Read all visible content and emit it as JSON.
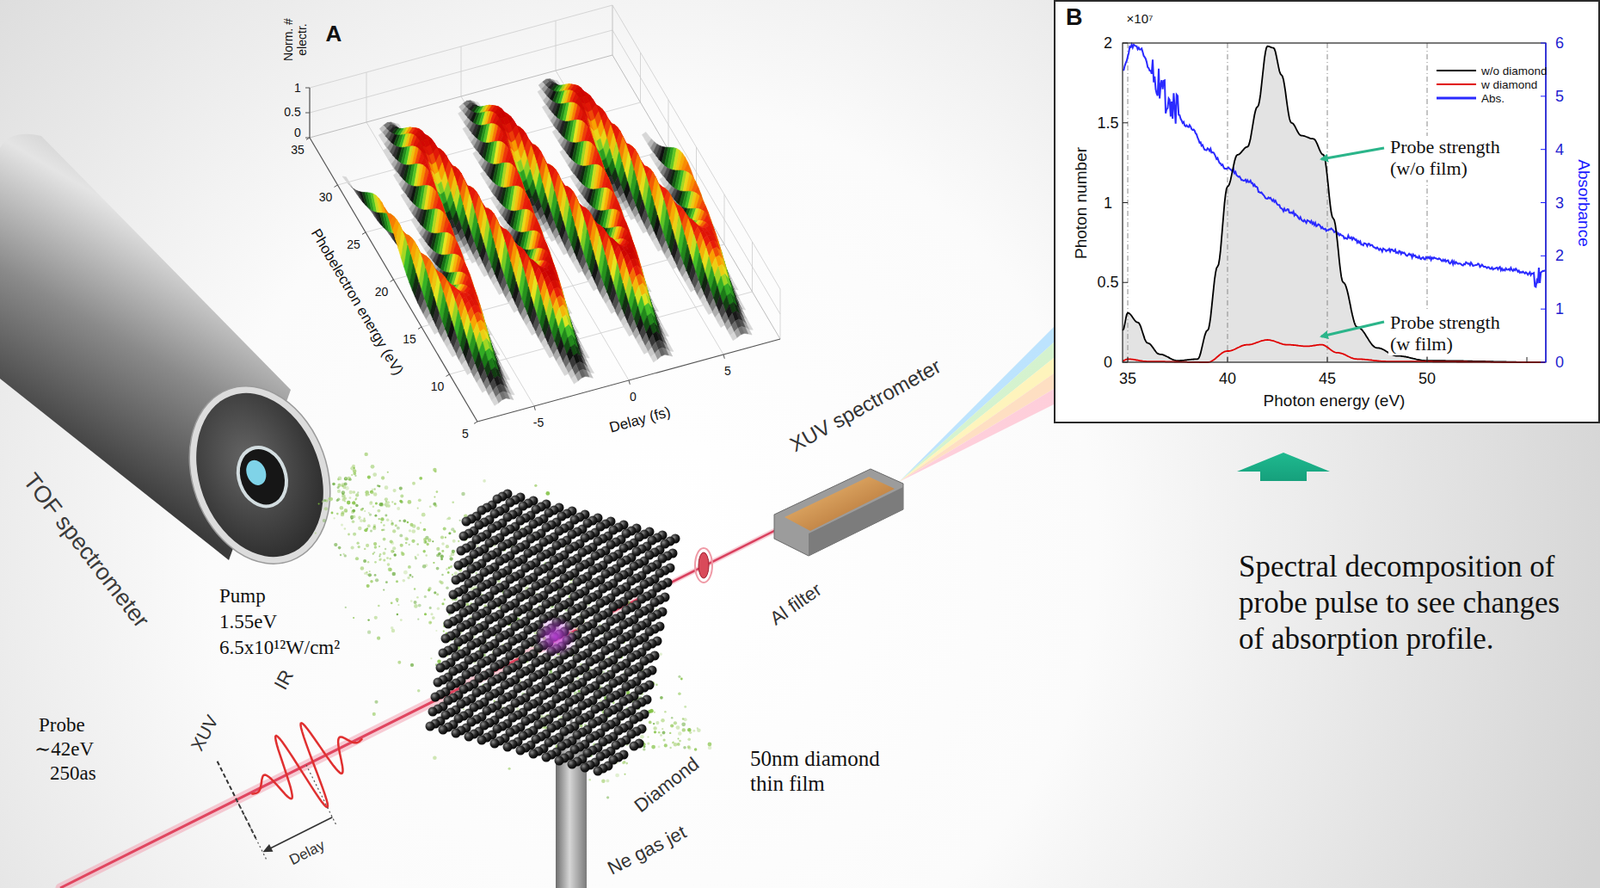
{
  "diagram": {
    "nodes": [
      {
        "text": [
          "B"
        ]
      }
    ],
    "labels": [
      "A",
      "Norm. # electr.",
      "1",
      "0.5",
      "0",
      "35",
      "30",
      "25",
      "20",
      "15",
      "10",
      "5",
      "Phobelectron energy (eV)",
      "-5",
      "0",
      "5",
      "Delay (fs)",
      "TOF spectrometer",
      "XUV spectrometer",
      "Al filter",
      "Pump",
      "1.55eV",
      "6.5x10¹²W/cm²",
      "Probe",
      "∼42eV",
      "250as",
      "XUV",
      "IR",
      "Delay",
      "Diamond",
      "50nm diamond thin film",
      "Ne gas jet",
      "×10⁷",
      "2",
      "1.5",
      "1",
      "0.5",
      "0",
      "6",
      "5",
      "4",
      "3",
      "2",
      "1",
      "0",
      "35",
      "40",
      "45",
      "50",
      "Photon number",
      "Absorbance",
      "Photon energy (eV)",
      "Probe strength (w/o film)",
      "Probe strength (w film)",
      "Spectral decomposition of probe pulse to see changes of absorption profile."
    ],
    "legend": [
      {
        "text": "w/o diamond"
      },
      {
        "text": "w diamond"
      },
      {
        "text": "Abs."
      }
    ]
  }
}
